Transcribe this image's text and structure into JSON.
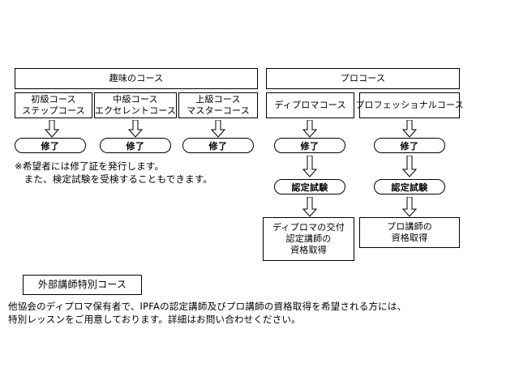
{
  "diagram": {
    "title_semantic": "ipfa-course-flow-chart",
    "background_color": "#ffffff",
    "line_color": "#000000"
  },
  "hobby_track": {
    "header": "趣味のコース",
    "courses": [
      {
        "line1": "初級コース",
        "line2": "ステップコース"
      },
      {
        "line1": "中級コース",
        "line2": "エクセレントコース"
      },
      {
        "line1": "上級コース",
        "line2": "マスターコース"
      }
    ],
    "completion_label": "修了",
    "note_line1": "※希望者には修了証を発行します。",
    "note_line2": "　また、検定試験を受検することもできます。"
  },
  "pro_track": {
    "header": "プロコース",
    "courses": [
      {
        "line1": "ディプロマコース"
      },
      {
        "line1": "プロフェッショナルコース"
      }
    ],
    "completion_label": "修了",
    "exam_label": "認定試験",
    "outcomes": [
      {
        "line1": "ディプロマの交付",
        "line2": "認定講師の",
        "line3": "資格取得"
      },
      {
        "line1": "プロ講師の",
        "line2": "資格取得"
      }
    ]
  },
  "external_section": {
    "box_label": "外部講師特別コース",
    "description_line1": "他協会のディプロマ保有者で、IPFAの認定講師及びプロ講師の資格取得を希望される方には、",
    "description_line2": "特別レッスンをご用意しております。詳細はお問い合わせください。"
  }
}
